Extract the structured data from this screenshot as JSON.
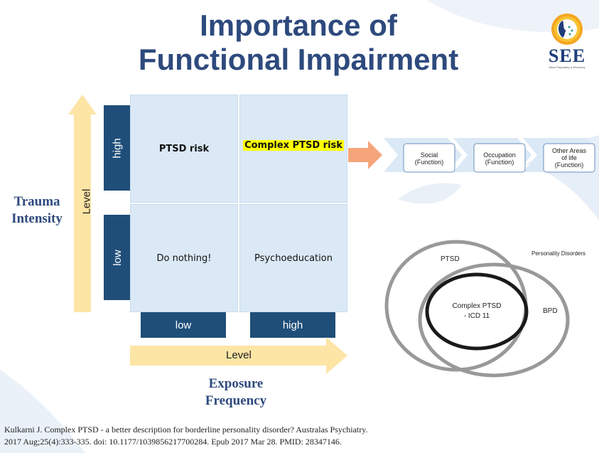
{
  "title": [
    "Importance of",
    "Functional Impairment"
  ],
  "logo": {
    "text": "SEE",
    "tagline": "Since Psychiatry & Recovery"
  },
  "grid": {
    "high_high": "Complex PTSD risk",
    "high_low": "PTSD risk",
    "low_low": "Do nothing!",
    "low_high": "Psychoeducation"
  },
  "y_axis": {
    "title_line1": "Trauma",
    "title_line2": "Intensity",
    "level": "Level",
    "high": "high",
    "low": "low"
  },
  "x_axis": {
    "title_line1": "Exposure",
    "title_line2": "Frequency",
    "level": "Level",
    "low": "low",
    "high": "high"
  },
  "functions": [
    {
      "line1": "Social",
      "line2": "(Function)"
    },
    {
      "line1": "Occupation",
      "line2": "(Function)"
    },
    {
      "line1": "Other Areas",
      "line2": "of life",
      "line3": "(Function)"
    }
  ],
  "venn": {
    "ptsd": "PTSD",
    "personality": "Personality Disorders",
    "complex_line1": "Complex PTSD",
    "complex_line2": "- ICD 11",
    "bpd": "BPD"
  },
  "citation": {
    "line1": "Kulkarni J. Complex PTSD - a better description for borderline personality disorder? Australas Psychiatry.",
    "line2": "2017 Aug;25(4):333-335. doi: 10.1177/1039856217700284. Epub 2017 Mar 28. PMID: 28347146."
  },
  "colors": {
    "title": "#2e4a7d",
    "navy": "#1f4e79",
    "cell": "#dbe9f6",
    "arrow": "#fde5a6",
    "orange": "#f4a57a",
    "highlight": "#ffff00"
  }
}
